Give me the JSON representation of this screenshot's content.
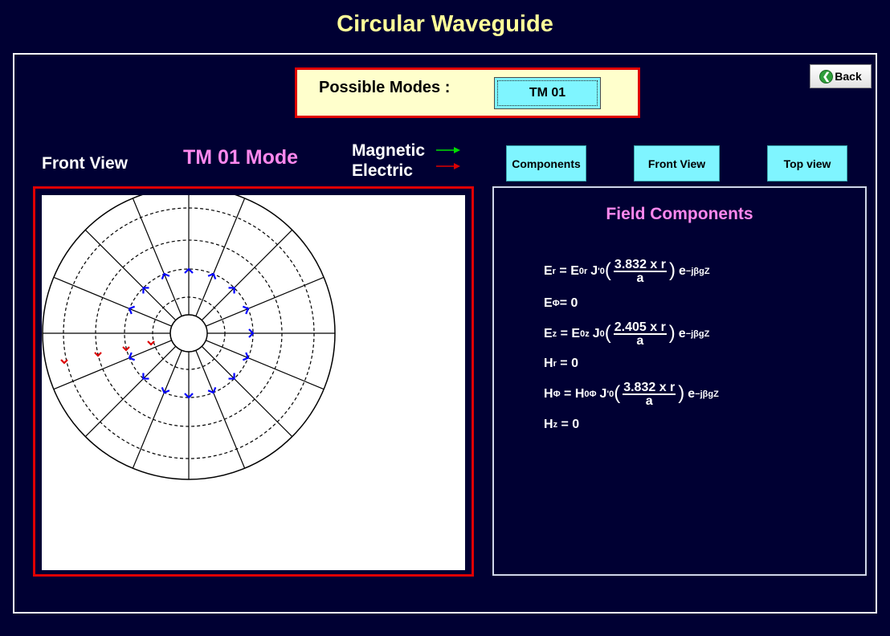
{
  "header": {
    "title": "Circular Waveguide"
  },
  "toolbar": {
    "back_label": "Back",
    "back_icon": "arrow-left-icon"
  },
  "modes": {
    "label": "Possible Modes :",
    "selected": "TM 01"
  },
  "view": {
    "label": "Front View",
    "mode_title": "TM 01 Mode",
    "legend": [
      {
        "label": "Magnetic",
        "color": "#00dd00"
      },
      {
        "label": "Electric",
        "color": "#dd0000"
      }
    ]
  },
  "buttons": {
    "components": "Components",
    "front_view": "Front View",
    "top_view": "Top view"
  },
  "field": {
    "title": "Field Components",
    "eq1": {
      "lhs": "E",
      "lhs_sub": "r",
      "eq": " = ",
      "coef": "E",
      "coef_sub": "0r",
      "bessel": "J",
      "prime": "'",
      "bessel_sub": "0",
      "num": "3.832 x r",
      "den": "a",
      "exp_base": "e",
      "exp": "−jβ",
      "exp_sub": "g",
      "exp_z": "Z"
    },
    "eq2": {
      "lhs": "E",
      "lhs_sub": "Φ",
      "rhs": "= 0"
    },
    "eq3": {
      "lhs": "E",
      "lhs_sub": "z",
      "eq": " = ",
      "coef": "E",
      "coef_sub": "0z",
      "bessel": "J",
      "bessel_sub": "0",
      "num": "2.405 x r",
      "den": "a",
      "exp_base": "e",
      "exp": "−jβ",
      "exp_sub": "g",
      "exp_z": "Z"
    },
    "eq4": {
      "lhs": "H",
      "lhs_sub": "r",
      "rhs": " = 0"
    },
    "eq5": {
      "lhs": "H",
      "lhs_sub": "Φ",
      "eq": " = ",
      "coef": "H",
      "coef_sub": "0Φ",
      "bessel": "J",
      "prime": "'",
      "bessel_sub": "0",
      "num": "3.832 x r",
      "den": "a",
      "exp_base": "e",
      "exp": "−jβ",
      "exp_sub": "g",
      "exp_z": "Z"
    },
    "eq6": {
      "lhs": "H",
      "lhs_sub": "z",
      "rhs": " = 0"
    }
  },
  "colors": {
    "background": "#000033",
    "magnetic_arrow": "#0000ff",
    "electric_arrow": "#dd0000",
    "accent_border": "#e00000"
  }
}
